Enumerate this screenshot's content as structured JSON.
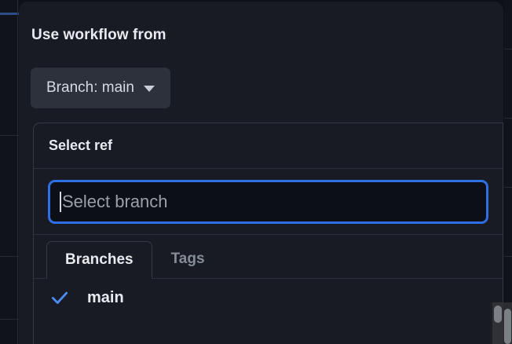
{
  "dialog": {
    "title": "Use workflow from",
    "branch_button": {
      "label": "Branch: main",
      "caret_icon": "chevron-down-icon"
    }
  },
  "ref_panel": {
    "header_title": "Select ref",
    "search": {
      "placeholder": "Select branch",
      "value": "",
      "focused": true
    },
    "tabs": [
      {
        "label": "Branches",
        "active": true
      },
      {
        "label": "Tags",
        "active": false
      }
    ],
    "items": [
      {
        "label": "main",
        "selected": true,
        "check_icon": "check-icon"
      }
    ]
  },
  "colors": {
    "accent_blue": "#2f6fe4",
    "check_blue": "#4d8cf0",
    "dialog_bg": "#181b23",
    "panel_border": "#343a44",
    "input_bg": "#0c0f15",
    "button_bg": "#2c313b",
    "text_primary": "#e8eaf0",
    "text_muted": "#868d97",
    "placeholder": "#9aa0a9",
    "page_bg": "#10131a"
  }
}
